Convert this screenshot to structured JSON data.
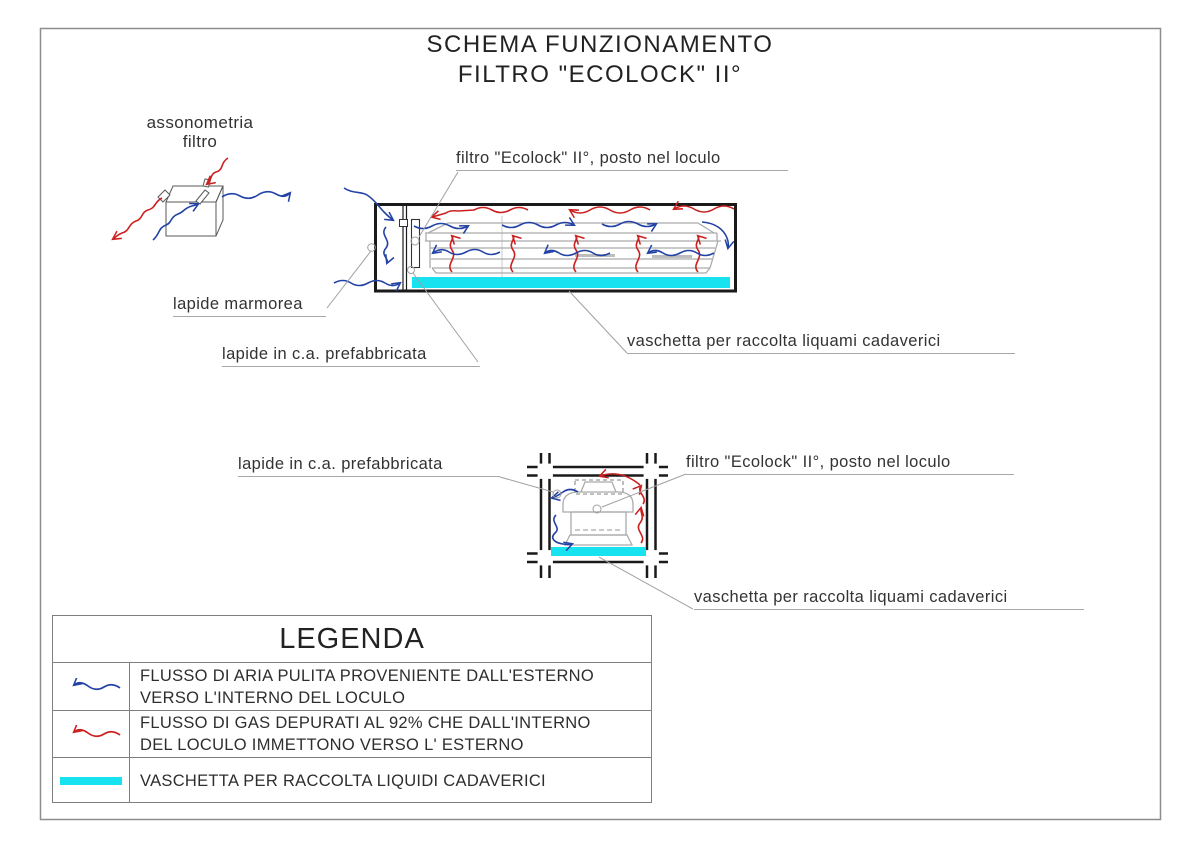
{
  "page": {
    "title_line1": "SCHEMA FUNZIONAMENTO",
    "title_line2": "FILTRO \"ECOLOCK\" II°"
  },
  "colors": {
    "air_flow_blue": "#2342a6",
    "gas_flow_red": "#cc2020",
    "vaschetta_cyan": "#17e2ef",
    "line_black": "#1a1a1a",
    "coffin_gray": "#ababab",
    "leader_gray": "#a0a0a0"
  },
  "labels": {
    "axonometry_line1": "assonometria",
    "axonometry_line2": "filtro",
    "filter_top": "filtro \"Ecolock\" II°, posto nel loculo",
    "lapide_marmorea": "lapide marmorea",
    "lapide_ca_top": "lapide in c.a. prefabbricata",
    "vaschetta_top": "vaschetta per raccolta liquami cadaverici",
    "lapide_ca_bottom": "lapide in c.a. prefabbricata",
    "filter_bottom": "filtro \"Ecolock\" II°, posto nel loculo",
    "vaschetta_bottom": "vaschetta per raccolta liquami cadaverici"
  },
  "legend": {
    "title": "LEGENDA",
    "items": [
      {
        "symbol": "blue-wavy-arrow",
        "lines": [
          "FLUSSO DI ARIA PULITA PROVENIENTE DALL'ESTERNO",
          "VERSO L'INTERNO DEL LOCULO"
        ]
      },
      {
        "symbol": "red-wavy-arrow",
        "lines": [
          "FLUSSO DI GAS DEPURATI AL 92% CHE DALL'INTERNO",
          "DEL LOCULO IMMETTONO VERSO L' ESTERNO"
        ]
      },
      {
        "symbol": "cyan-bar",
        "lines": [
          "VASCHETTA PER RACCOLTA LIQUIDI CADAVERICI"
        ]
      }
    ]
  }
}
